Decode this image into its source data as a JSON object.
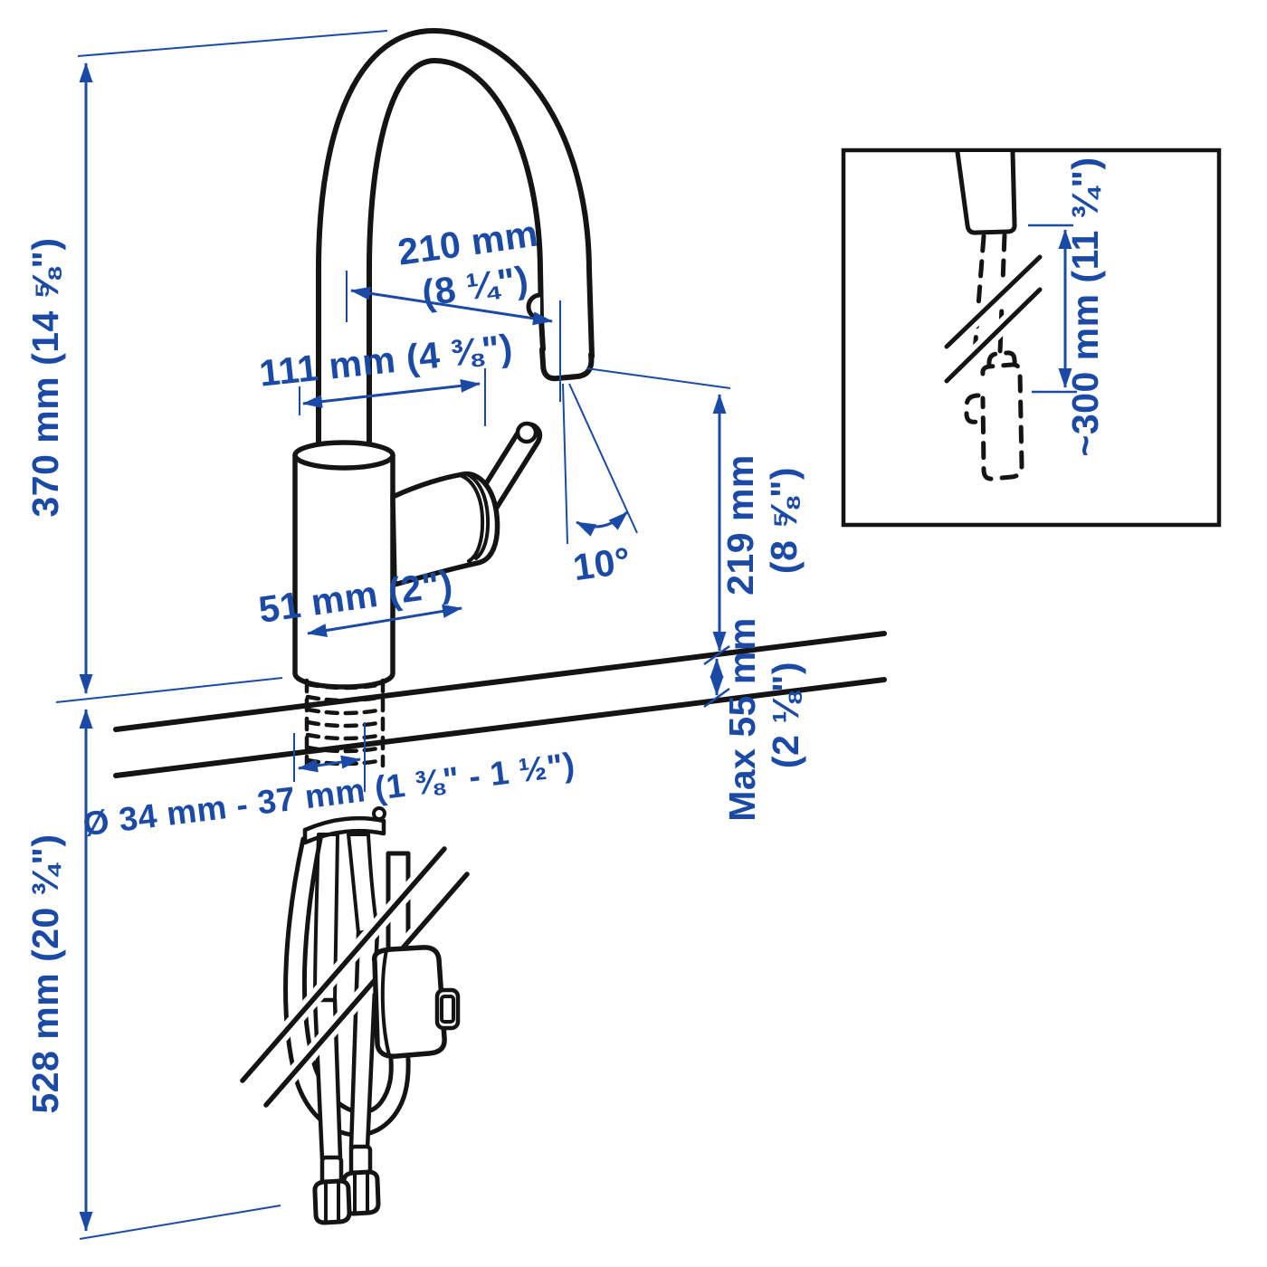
{
  "diagram": {
    "type": "product-dimension-diagram",
    "subject": "kitchen mixer tap with pull-out spout, mounted through a worktop",
    "colors": {
      "dimension_blue": "#1A4AA5",
      "line_black": "#141414",
      "background": "#FFFFFF"
    },
    "labels": {
      "total_height": "370 mm (14 ⅝\")",
      "below_counter_depth": "528 mm (20 ¾\")",
      "spout_reach_value": "210 mm",
      "spout_reach_inches": "(8 ¼\")",
      "spout_offset": "111 mm (4 ⅜\")",
      "base_width": "51 mm (2\")",
      "spout_angle": "10°",
      "spout_clearance_value": "219 mm",
      "spout_clearance_inches": "(8 ⅝\")",
      "max_counter_thickness_value": "Max 55 mm",
      "max_counter_thickness_inches": "(2 ⅛\")",
      "hole_diameter": "Ø 34 mm - 37 mm (1 ⅜\" - 1 ½\")",
      "sprayer_extension": "~300 mm (11 ¾\")"
    }
  }
}
